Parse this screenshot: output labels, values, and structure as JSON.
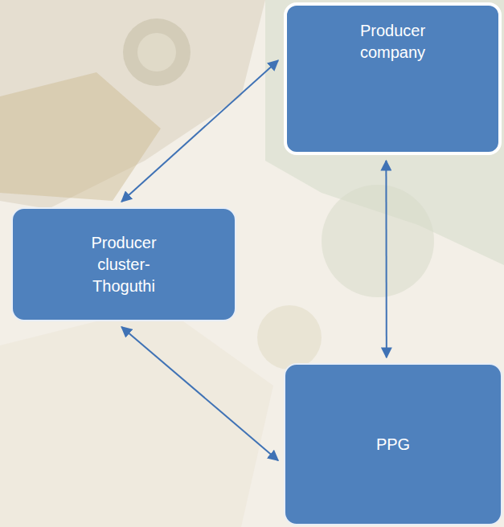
{
  "diagram": {
    "nodes": [
      {
        "text": [
          "Producer company"
        ]
      },
      {
        "text": [
          "Producer cluster-Thoguthi"
        ]
      },
      {
        "text": [
          "PPG"
        ]
      }
    ],
    "edges": [
      {
        "from": 0,
        "to": 1,
        "arrow": "both"
      },
      {
        "from": 0,
        "to": 2,
        "arrow": "both"
      },
      {
        "from": 1,
        "to": 2,
        "arrow": "both"
      }
    ]
  }
}
